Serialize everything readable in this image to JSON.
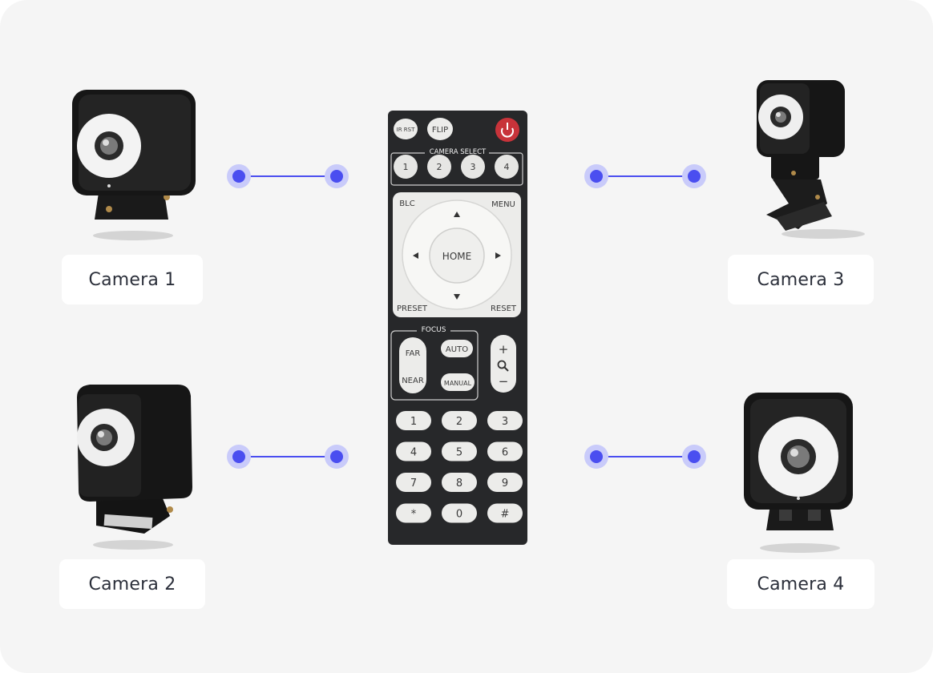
{
  "cameras": [
    {
      "label": "Camera 1",
      "icon": "camera-icon"
    },
    {
      "label": "Camera 2",
      "icon": "camera-icon"
    },
    {
      "label": "Camera 3",
      "icon": "camera-icon"
    },
    {
      "label": "Camera 4",
      "icon": "camera-icon"
    }
  ],
  "connector_color": "#4a4ef0",
  "remote": {
    "top_buttons": [
      "IR RST",
      "FLIP"
    ],
    "power_icon": "power-icon",
    "camera_select_label": "CAMERA SELECT",
    "camera_select": [
      "1",
      "2",
      "3",
      "4"
    ],
    "blc": "BLC",
    "menu": "MENU",
    "home": "HOME",
    "preset": "PRESET",
    "reset": "RESET",
    "focus_label": "FOCUS",
    "far": "FAR",
    "near": "NEAR",
    "auto": "AUTO",
    "manual": "MANUAL",
    "zoom_in": "+",
    "zoom_out": "−",
    "keypad": [
      "1",
      "2",
      "3",
      "4",
      "5",
      "6",
      "7",
      "8",
      "9",
      "*",
      "0",
      "#"
    ]
  }
}
